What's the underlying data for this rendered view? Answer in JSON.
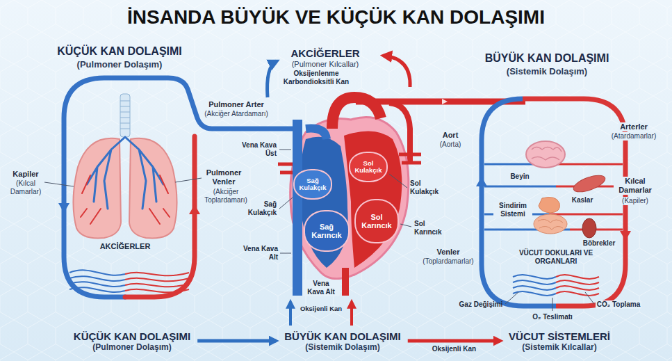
{
  "diagram": {
    "title": "İNSANDA BÜYÜK VE KÜÇÜK KAN DOLAŞIMI",
    "nodes": [
      {
        "text": [
          "Sağ Kulakçık"
        ]
      },
      {
        "text": [
          "Sol Kulakçık"
        ]
      },
      {
        "text": [
          "Sağ Karıncık"
        ]
      },
      {
        "text": [
          "Sol Karıncık"
        ]
      },
      {
        "text": [
          "KÜÇÜK KAN DOLAŞIMI",
          "(Pulmoner Dolaşım)"
        ]
      },
      {
        "text": [
          "BÜYÜK KAN DOLAŞIMI",
          "(Sistemik Dolaşım)"
        ]
      },
      {
        "text": [
          "VÜCUT SİSTEMLERİ",
          "(Sistemik Kılcallar)"
        ]
      }
    ],
    "edges": [
      {
        "from": 4,
        "to": 5,
        "arrow": "to"
      },
      {
        "from": 5,
        "to": 6,
        "label": "Oksijenli Kan",
        "arrow": "to"
      }
    ],
    "labels": [
      "KÜÇÜK KAN DOLAŞIMI",
      "(Pulmoner Dolaşım)",
      "AKCİĞERLER",
      "(Pulmoner Kılcallar)",
      "BÜYÜK KAN DOLAŞIMI",
      "(Sistemik Dolaşım)",
      "Oksijenlenme Karbondioksitli Kan",
      "Pulmoner Arter",
      "(Akciğer Atardamarı)",
      "Vena Kava Üst",
      "Aort",
      "(Aorta)",
      "Arterler",
      "(Atardamarlar)",
      "Kapiler",
      "(Kılcal Damarlar)",
      "AKCİĞERLER",
      "Pulmoner Venler",
      "(Akciğer Toplardamarı)",
      "Sağ Kulakçık",
      "Sol Kulakçık",
      "Sol Karıncık",
      "Vena Kava Alt",
      "Vena Kava Alt",
      "Oksijenli Kan",
      "Beyin",
      "Kaslar",
      "Sindirim Sistemi",
      "Böbrekler",
      "Kılcal Damarlar",
      "(Kapiler)",
      "VÜCUT DOKULARI VE ORGANLARI",
      "Venler",
      "(Toplardamarlar)",
      "Gaz Değişimi",
      "O₂ Teslimatı",
      "CO₂ Toplama"
    ]
  }
}
